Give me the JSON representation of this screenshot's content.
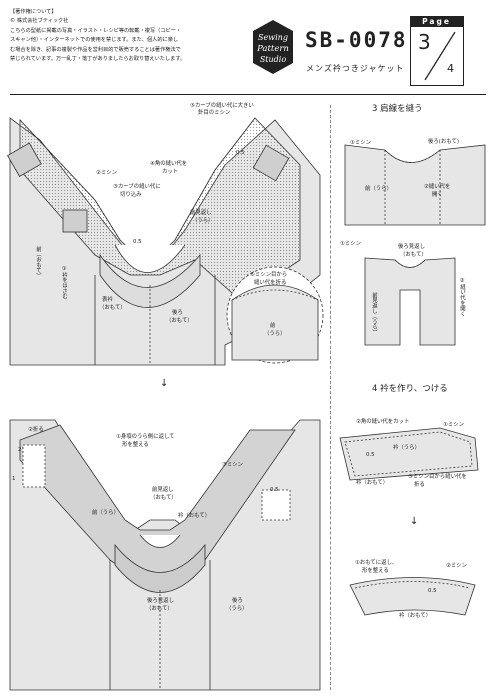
{
  "header": {
    "copyright_lines": [
      "【著作権について】",
      "© 株式会社ブティック社",
      "こちらの型紙に掲載の写真・イラスト・レシピ等の転載・複写（コピー・",
      "スキャン他）・インターネットでの使用を禁じます。また、個人的に楽し",
      "む場合を除き、記事の複製や作品を営利目的で販売することは著作権法で",
      "禁じられています。万一乱丁・落丁がありましたらお取り替えいたします。"
    ],
    "logo_lines": [
      "Sewing",
      "Pattern",
      "Studio"
    ],
    "code": "SB-0078",
    "subtitle": "メンズ衿つきジャケット",
    "page_label": "Page",
    "page_current": "3",
    "page_total": "4"
  },
  "left_top": {
    "labels": {
      "l5": "⑤カーブの縫い代に大きい",
      "l5b": "針目のミシン",
      "l2": "②ミシン",
      "l4": "④角の縫い代を",
      "l4b": "カット",
      "l3": "③カーブの縫い代に",
      "l3b": "切り込み",
      "dim05a": "0.5",
      "dim05b": "0.5",
      "front_facing": "前見返し",
      "front_facing_b": "（うら）",
      "front": "前（おもて）",
      "step1": "①衿をはさむ",
      "outer_collar": "表衿",
      "outer_collar_b": "（おもて）",
      "back": "後ろ",
      "back_b": "（おもて）",
      "detail6": "⑥ミシン目から",
      "detail6b": "縫い代を折る",
      "detail_front": "前",
      "detail_front_b": "（うら）"
    },
    "arrow": "↓"
  },
  "left_bottom": {
    "labels": {
      "fold": "②折る",
      "num2": "2",
      "num1": "1",
      "l1": "①身頃のうら側に返して",
      "l1b": "形を整える",
      "l3": "③ミシン",
      "dim05": "0.5",
      "front_facing": "前見返し",
      "front_facing_b": "（おもて）",
      "front": "前（うら）",
      "collar": "衿（おもて）",
      "back_facing": "後ろ見返し",
      "back_facing_b": "（おもて）",
      "back": "後ろ",
      "back_b": "（うら）"
    }
  },
  "right_step3": {
    "title": "3 肩線を縫う",
    "labels": {
      "m1": "①ミシン",
      "back_front": "後ろ(おもて)",
      "front": "前（うら）",
      "press": "②縫い代を",
      "press_b": "開く",
      "m1b": "①ミシン",
      "back_facing": "後ろ見返し",
      "back_facing_b": "（おもて）",
      "press2": "②縫い代を開く",
      "front_facing": "前見返し（うら）"
    }
  },
  "right_step4": {
    "title": "4 衿を作り、つける",
    "labels": {
      "cut": "②角の縫い代をカット",
      "m1": "①ミシン",
      "dim05": "0.5",
      "collar_back": "衿（うら）",
      "collar_front": "衿（おもて）",
      "fold3": "③ミシン目から縫い代を",
      "fold3b": "折る",
      "arrow": "↓",
      "turn": "①おもてに返し、",
      "turn_b": "形を整える",
      "m2": "②ミシン",
      "dim05b": "0.5",
      "collar_final": "衿（おもて）"
    }
  }
}
